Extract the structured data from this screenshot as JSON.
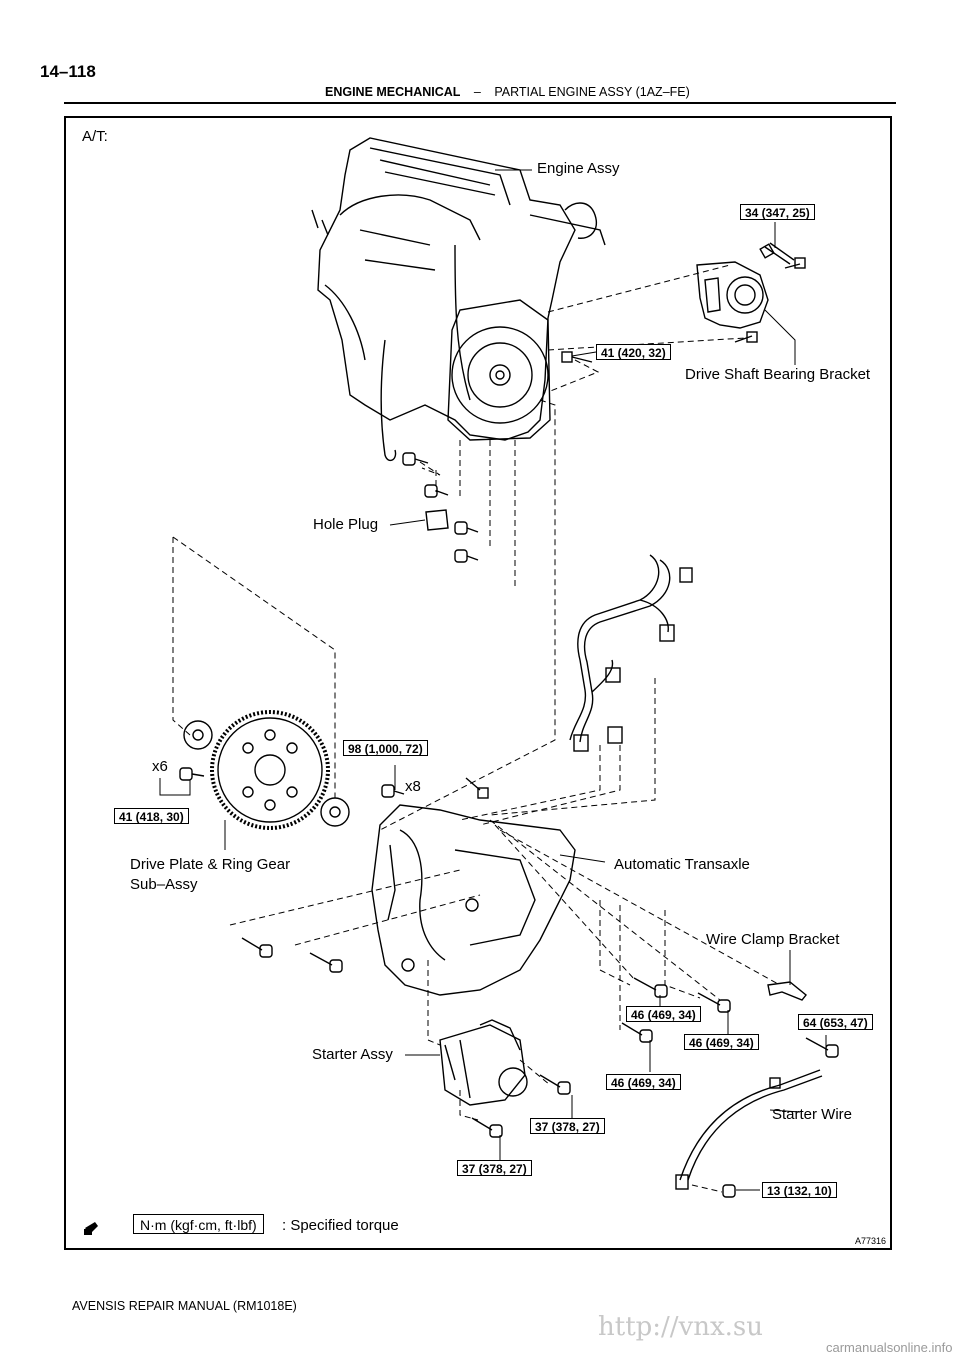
{
  "page": {
    "number": "14–118",
    "section": "ENGINE MECHANICAL",
    "separator": "–",
    "subsection": "PARTIAL ENGINE ASSY (1AZ–FE)",
    "footer": "AVENSIS REPAIR MANUAL   (RM1018E)",
    "watermark": "http://vnx.su",
    "site": "carmanualsonline.info"
  },
  "figure": {
    "variant": "A/T:",
    "id": "A77316",
    "parts": {
      "engine": "Engine Assy",
      "bearing_bracket": "Drive Shaft Bearing Bracket",
      "hole_plug": "Hole Plug",
      "qty_x6": "x6",
      "qty_x8": "x8",
      "drive_plate_1": "Drive Plate & Ring Gear",
      "drive_plate_2": "Sub–Assy",
      "transaxle": "Automatic Transaxle",
      "wire_clamp": "Wire Clamp Bracket",
      "starter": "Starter Assy",
      "starter_wire": "Starter Wire"
    },
    "torques": {
      "t_34": "34 (347, 25)",
      "t_41a": "41 (420, 32)",
      "t_98": "98 (1,000, 72)",
      "t_41b": "41 (418, 30)",
      "t_46a": "46 (469, 34)",
      "t_46b": "46 (469, 34)",
      "t_46c": "46 (469, 34)",
      "t_64": "64 (653, 47)",
      "t_37a": "37 (378, 27)",
      "t_37b": "37 (378, 27)",
      "t_13": "13 (132, 10)"
    },
    "legend": {
      "unit": "N·m (kgf·cm, ft·lbf)",
      "text": ": Specified torque",
      "icon": "torque-wrench-icon"
    }
  }
}
